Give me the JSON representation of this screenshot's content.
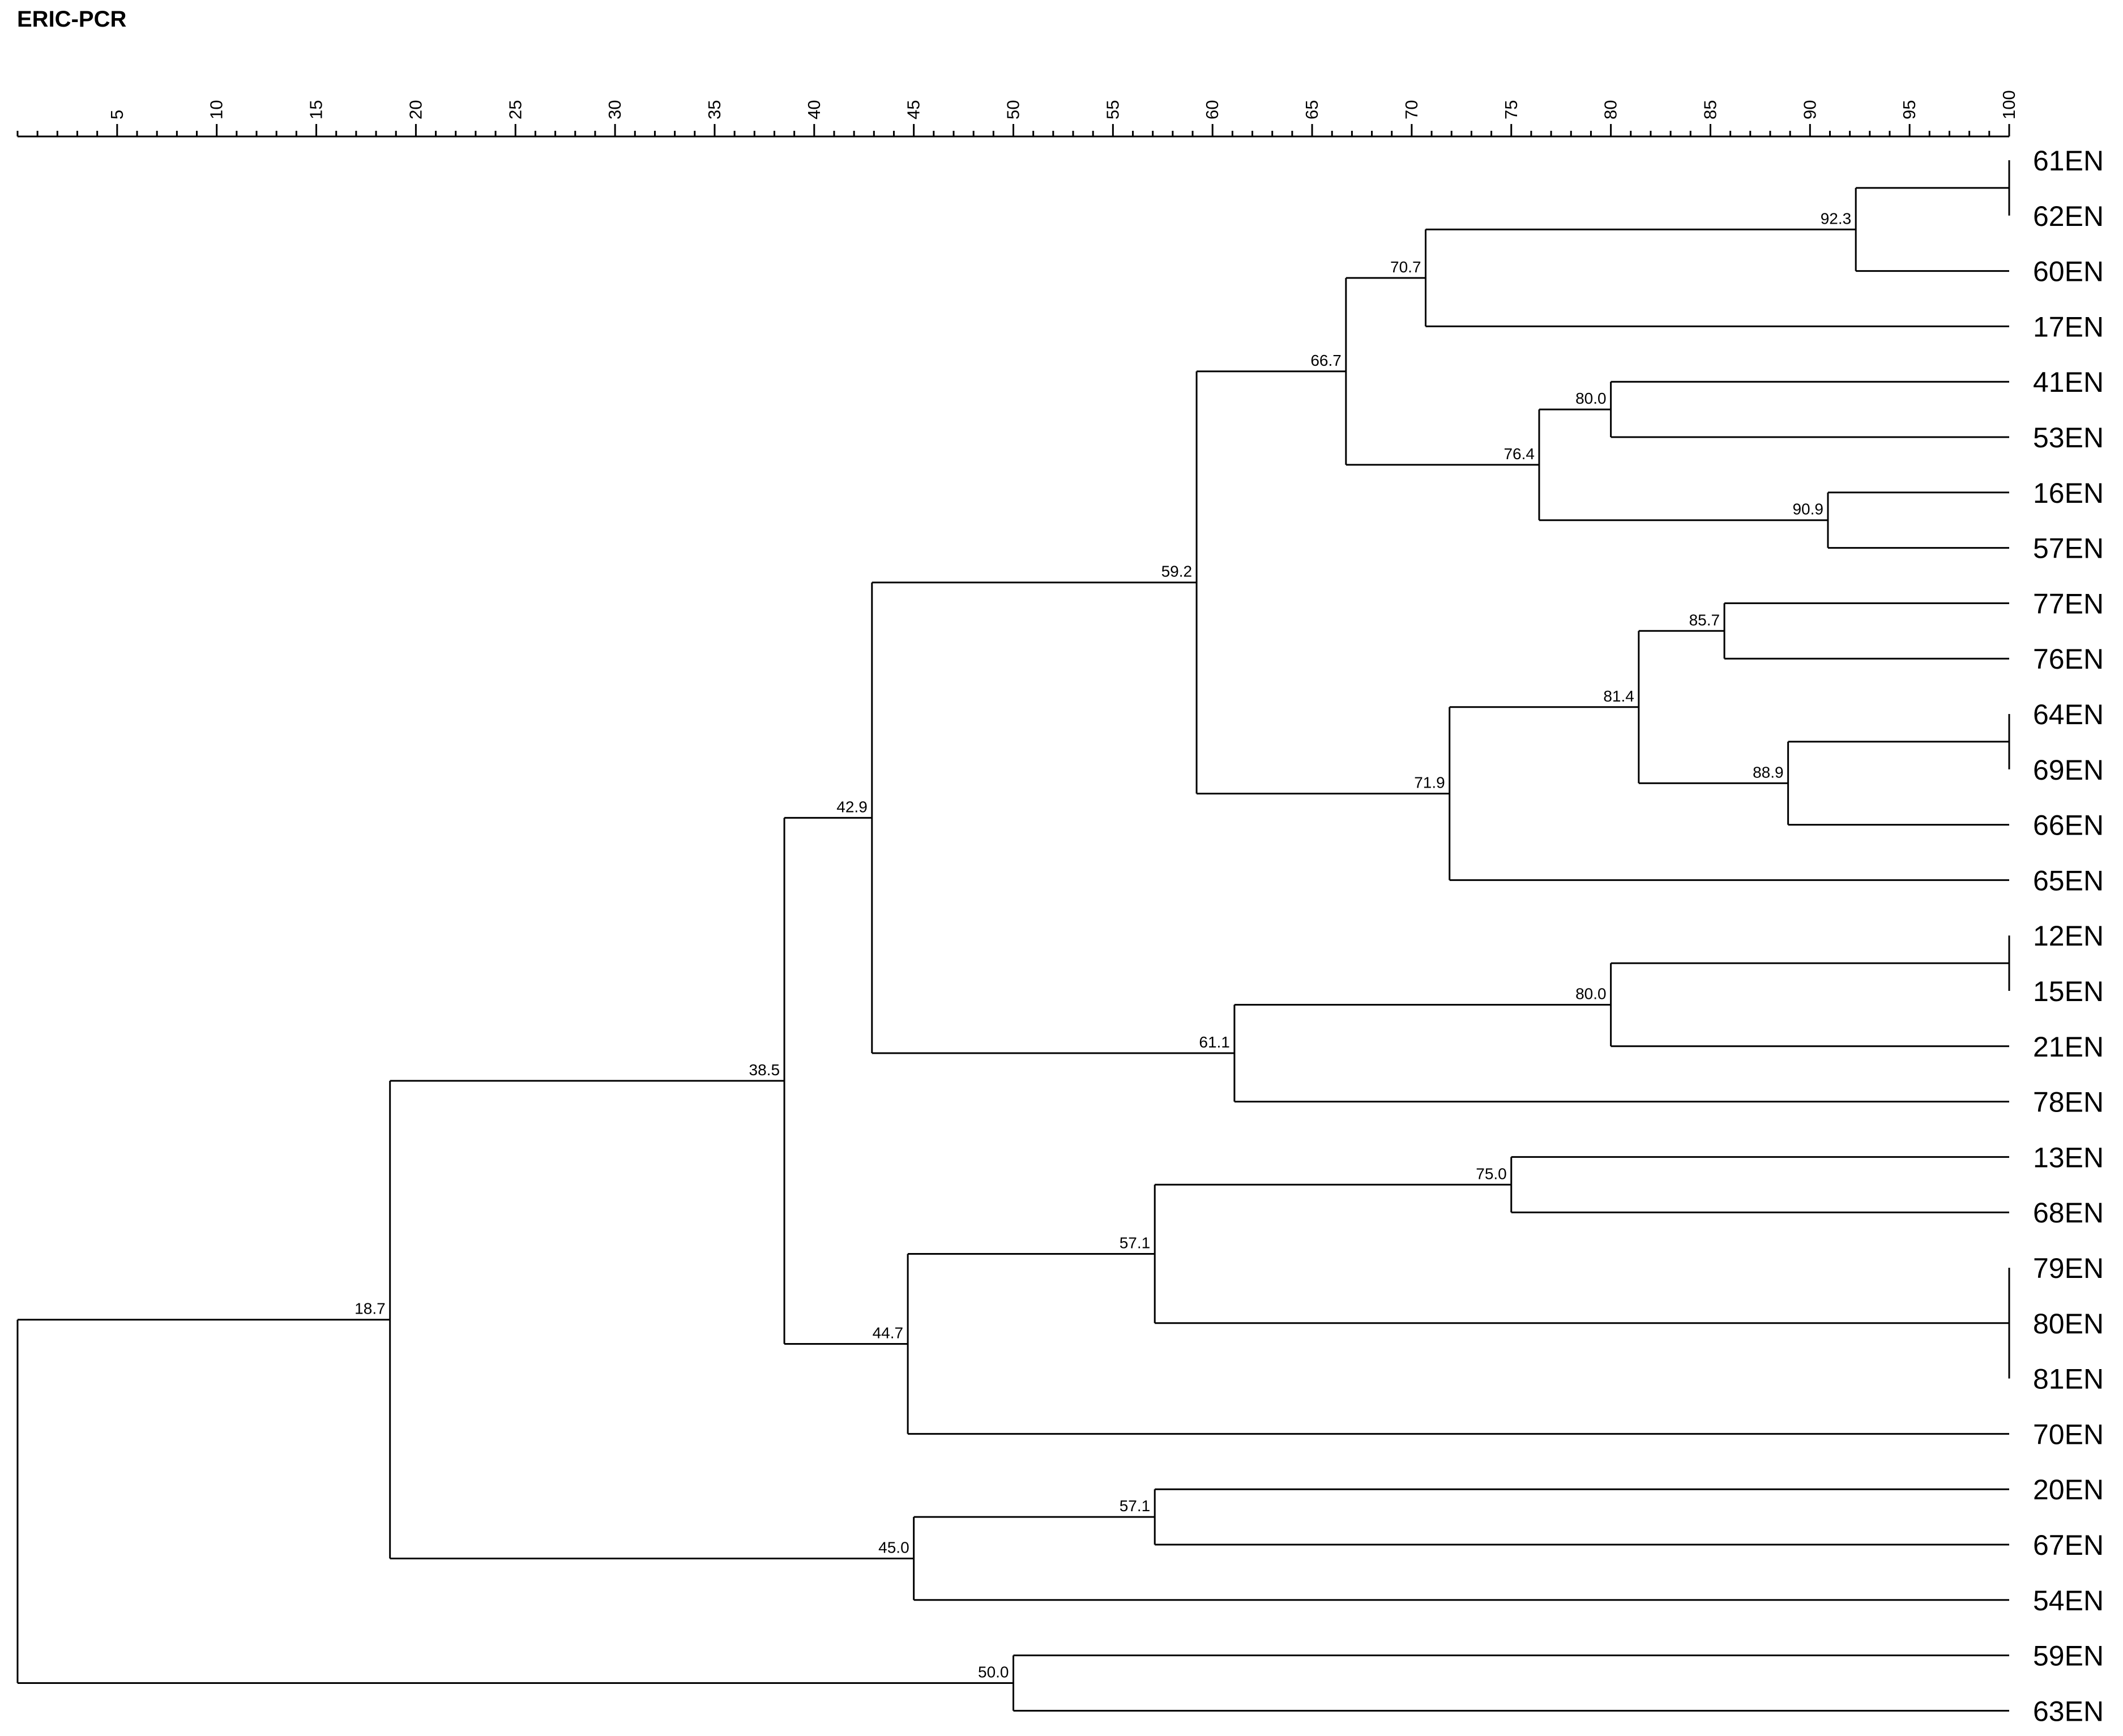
{
  "title": "ERIC-PCR",
  "axis": {
    "min": 0,
    "max": 100,
    "major_ticks": [
      5,
      10,
      15,
      20,
      25,
      30,
      35,
      40,
      45,
      50,
      55,
      60,
      65,
      70,
      75,
      80,
      85,
      90,
      95,
      100
    ],
    "minor_step": 1
  },
  "leaves": [
    "61EN",
    "62EN",
    "60EN",
    "17EN",
    "41EN",
    "53EN",
    "16EN",
    "57EN",
    "77EN",
    "76EN",
    "64EN",
    "69EN",
    "66EN",
    "65EN",
    "12EN",
    "15EN",
    "21EN",
    "78EN",
    "13EN",
    "68EN",
    "79EN",
    "80EN",
    "81EN",
    "70EN",
    "20EN",
    "67EN",
    "54EN",
    "59EN",
    "63EN"
  ],
  "nodes": [
    {
      "id": "n1",
      "sim": 100,
      "children": [
        "61EN",
        "62EN"
      ]
    },
    {
      "id": "n2",
      "sim": 92.3,
      "label": "92.3",
      "children": [
        "n1",
        "60EN"
      ]
    },
    {
      "id": "n3",
      "sim": 70.7,
      "label": "70.7",
      "children": [
        "n2",
        "17EN"
      ]
    },
    {
      "id": "n4",
      "sim": 80.0,
      "label": "80.0",
      "children": [
        "41EN",
        "53EN"
      ]
    },
    {
      "id": "n5",
      "sim": 90.9,
      "label": "90.9",
      "children": [
        "16EN",
        "57EN"
      ]
    },
    {
      "id": "n6",
      "sim": 76.4,
      "label": "76.4",
      "children": [
        "n4",
        "n5"
      ]
    },
    {
      "id": "n7",
      "sim": 66.7,
      "label": "66.7",
      "children": [
        "n3",
        "n6"
      ]
    },
    {
      "id": "n8",
      "sim": 85.7,
      "label": "85.7",
      "children": [
        "77EN",
        "76EN"
      ]
    },
    {
      "id": "n9",
      "sim": 100,
      "children": [
        "64EN",
        "69EN"
      ]
    },
    {
      "id": "n10",
      "sim": 88.9,
      "label": "88.9",
      "children": [
        "n9",
        "66EN"
      ]
    },
    {
      "id": "n11",
      "sim": 81.4,
      "label": "81.4",
      "children": [
        "n8",
        "n10"
      ]
    },
    {
      "id": "n12",
      "sim": 71.9,
      "label": "71.9",
      "children": [
        "n11",
        "65EN"
      ]
    },
    {
      "id": "n13",
      "sim": 59.2,
      "label": "59.2",
      "children": [
        "n7",
        "n12"
      ]
    },
    {
      "id": "n14",
      "sim": 100,
      "children": [
        "12EN",
        "15EN"
      ]
    },
    {
      "id": "n15",
      "sim": 80.0,
      "label": "80.0",
      "children": [
        "n14",
        "21EN"
      ]
    },
    {
      "id": "n16",
      "sim": 61.1,
      "label": "61.1",
      "children": [
        "n15",
        "78EN"
      ]
    },
    {
      "id": "n17",
      "sim": 42.9,
      "label": "42.9",
      "children": [
        "n13",
        "n16"
      ]
    },
    {
      "id": "n18",
      "sim": 75.0,
      "label": "75.0",
      "children": [
        "13EN",
        "68EN"
      ]
    },
    {
      "id": "n19",
      "sim": 100,
      "children": [
        "79EN",
        "80EN",
        "81EN"
      ]
    },
    {
      "id": "n20",
      "sim": 57.1,
      "label": "57.1",
      "children": [
        "n18",
        "n19"
      ]
    },
    {
      "id": "n21",
      "sim": 44.7,
      "label": "44.7",
      "children": [
        "n20",
        "70EN"
      ]
    },
    {
      "id": "n22",
      "sim": 38.5,
      "label": "38.5",
      "children": [
        "n17",
        "n21"
      ]
    },
    {
      "id": "n23",
      "sim": 57.1,
      "label": "57.1",
      "children": [
        "20EN",
        "67EN"
      ]
    },
    {
      "id": "n24",
      "sim": 45.0,
      "label": "45.0",
      "children": [
        "n23",
        "54EN"
      ]
    },
    {
      "id": "n25",
      "sim": 18.7,
      "label": "18.7",
      "children": [
        "n22",
        "n24"
      ]
    },
    {
      "id": "n26",
      "sim": 50.0,
      "label": "50.0",
      "children": [
        "59EN",
        "63EN"
      ]
    },
    {
      "id": "root",
      "sim": 0,
      "children": [
        "n25",
        "n26"
      ]
    }
  ]
}
